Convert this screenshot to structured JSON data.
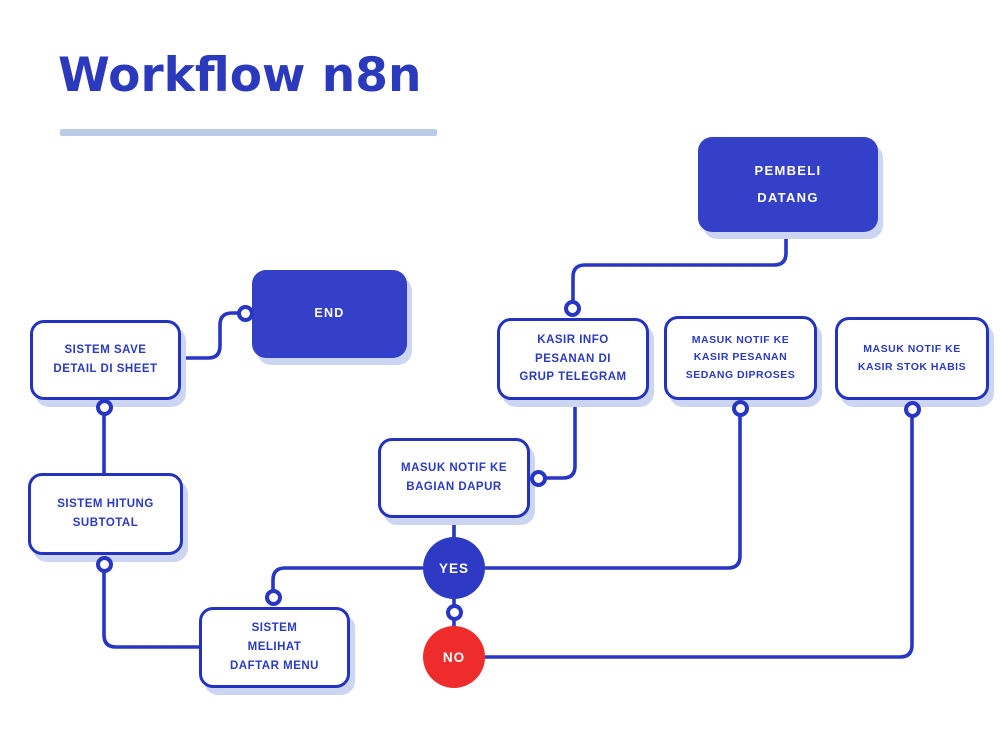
{
  "title": "Workflow n8n",
  "colors": {
    "primary_blue": "#3540c8",
    "line_blue": "#2836c5",
    "text_blue": "#2b3bc0",
    "red": "#ee2c2c",
    "shadow": "#ccd6f3",
    "underline": "#bccbe6",
    "background": "#ffffff"
  },
  "nodes": {
    "pembeli_datang": {
      "label": [
        "PEMBELI",
        "DATANG"
      ]
    },
    "end": {
      "label": [
        "END"
      ]
    },
    "sistem_save": {
      "label": [
        "SISTEM SAVE",
        "DETAIL DI SHEET"
      ]
    },
    "kasir_info": {
      "label": [
        "KASIR INFO",
        "PESANAN DI",
        "GRUP TELEGRAM"
      ]
    },
    "notif_diproses": {
      "label": [
        "MASUK NOTIF KE",
        "KASIR PESANAN",
        "SEDANG DIPROSES"
      ]
    },
    "notif_stok": {
      "label": [
        "MASUK NOTIF KE",
        "KASIR STOK HABIS"
      ]
    },
    "notif_dapur": {
      "label": [
        "MASUK NOTIF KE",
        "BAGIAN DAPUR"
      ]
    },
    "sistem_hitung": {
      "label": [
        "SISTEM HITUNG",
        "SUBTOTAL"
      ]
    },
    "sistem_melihat": {
      "label": [
        "SISTEM",
        "MELIHAT",
        "DAFTAR MENU"
      ]
    }
  },
  "decisions": {
    "yes": "YES",
    "no": "NO"
  }
}
